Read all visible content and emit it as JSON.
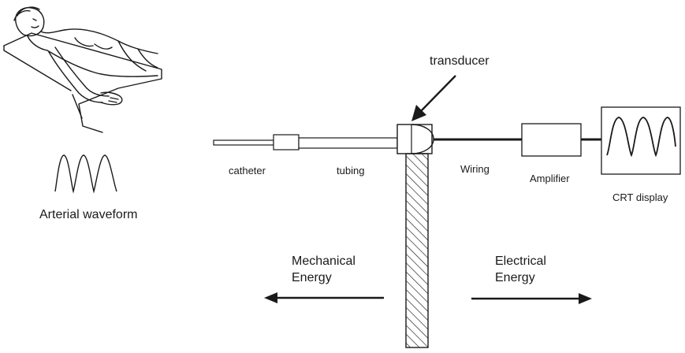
{
  "labels": {
    "arterial_waveform": "Arterial waveform",
    "transducer": "transducer",
    "catheter": "catheter",
    "tubing": "tubing",
    "wiring": "Wiring",
    "amplifier": "Amplifier",
    "crt_display": "CRT display",
    "mechanical_energy": {
      "line1": "Mechanical",
      "line2": "Energy"
    },
    "electrical_energy": {
      "line1": "Electrical",
      "line2": "Energy"
    }
  },
  "icons": {
    "patient": "supine-patient-illustration",
    "waveform": "sine-waveform-icon"
  },
  "colors": {
    "ink": "#1a1a1a",
    "background": "#ffffff"
  }
}
